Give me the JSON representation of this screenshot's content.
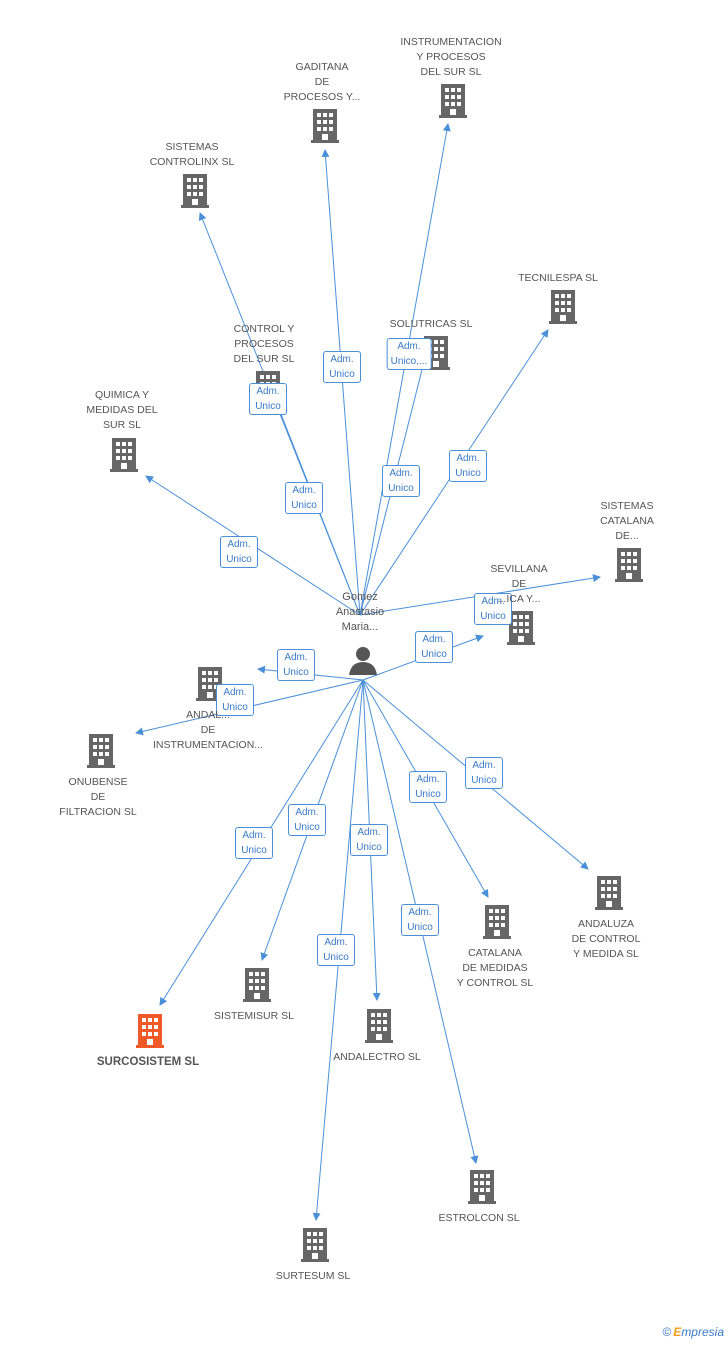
{
  "person": {
    "name": "Gomez\nAnastasio\nMaria..."
  },
  "colors": {
    "edge": "#4a90d9",
    "building": "#666666",
    "highlight": "#f05a28"
  },
  "nodes": [
    {
      "id": "n1",
      "label": "GADITANA\nDE\nPROCESOS Y..."
    },
    {
      "id": "n2",
      "label": "INSTRUMENTACION\nY PROCESOS\nDEL SUR SL"
    },
    {
      "id": "n3",
      "label": "SISTEMAS\nCONTROLINX SL"
    },
    {
      "id": "n4",
      "label": "TECNILESPA SL"
    },
    {
      "id": "n5",
      "label": "CONTROL Y\nPROCESOS\nDEL SUR SL"
    },
    {
      "id": "n6",
      "label": "SOLUTRICAS SL"
    },
    {
      "id": "n7",
      "label": "QUIMICA Y\nMEDIDAS DEL\nSUR SL"
    },
    {
      "id": "n8",
      "label": "SISTEMAS\nCATALANA\nDE..."
    },
    {
      "id": "n9",
      "label": "SEVILLANA\nDE\n...ICA Y..."
    },
    {
      "id": "n10",
      "label": "ANDAL...\nDE\nINSTRUMENTACION..."
    },
    {
      "id": "n11",
      "label": "ONUBENSE\nDE\nFILTRACION SL"
    },
    {
      "id": "n12",
      "label": "ANDALUZA\nDE CONTROL\nY MEDIDA SL"
    },
    {
      "id": "n13",
      "label": "CATALANA\nDE MEDIDAS\nY CONTROL SL"
    },
    {
      "id": "n14",
      "label": "SISTEMISUR SL"
    },
    {
      "id": "n15",
      "label": "SURCOSISTEM SL",
      "highlight": true
    },
    {
      "id": "n16",
      "label": "ANDALECTRO SL"
    },
    {
      "id": "n17",
      "label": "ESTROLCON SL"
    },
    {
      "id": "n18",
      "label": "SURTESUM SL"
    }
  ],
  "edges": [
    {
      "to": "n1",
      "label": "Adm.\nUnico"
    },
    {
      "to": "n2",
      "label": "Adm.\nUnico"
    },
    {
      "to": "n3",
      "label": "Adm.\nUnico"
    },
    {
      "to": "n4",
      "label": "Adm.\nUnico"
    },
    {
      "to": "n5",
      "label": "Adm.\nUnico"
    },
    {
      "to": "n6",
      "label": "Adm.\nUnico,..."
    },
    {
      "to": "n7",
      "label": "Adm.\nUnico"
    },
    {
      "to": "n8",
      "label": "Adm.\nUnico"
    },
    {
      "to": "n9",
      "label": "Adm.\nUnico"
    },
    {
      "to": "n10",
      "label": "Adm.\nUnico"
    },
    {
      "to": "n11",
      "label": "Adm.\nUnico"
    },
    {
      "to": "n12",
      "label": "Adm.\nUnico"
    },
    {
      "to": "n13",
      "label": "Adm.\nUnico"
    },
    {
      "to": "n14",
      "label": "Adm.\nUnico"
    },
    {
      "to": "n15",
      "label": "Adm.\nUnico"
    },
    {
      "to": "n16",
      "label": "Adm.\nUnico"
    },
    {
      "to": "n17",
      "label": "Adm.\nUnico"
    },
    {
      "to": "n18",
      "label": "Adm.\nUnico"
    }
  ],
  "footer": {
    "copyright": "©",
    "brand_first": "E",
    "brand_rest": "mpresia"
  }
}
